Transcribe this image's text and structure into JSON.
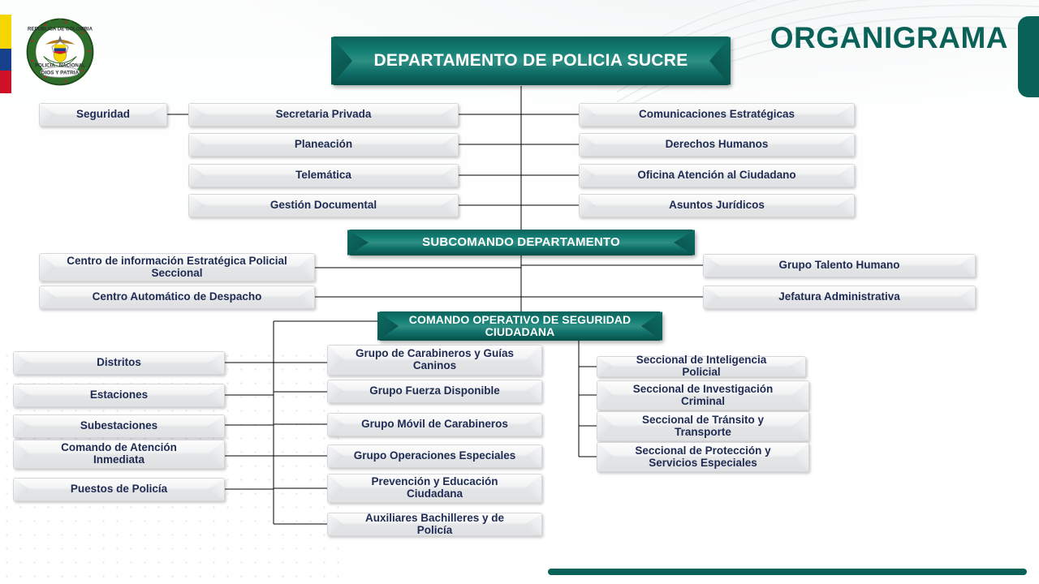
{
  "header": {
    "emblem_alt": "Escudo Policía Nacional de Colombia",
    "emblem_text_top": "REPUBLICA DE COLOMBIA",
    "emblem_text_bottom": "POLICIA  NACIONAL",
    "emblem_motto": "DIOS Y PATRIA",
    "title": "ORGANIGRAMA"
  },
  "colors": {
    "teal": "#0a6158",
    "teal_light": "#2e8f84",
    "node_text": "#1f2b52",
    "flag_yellow": "#f5d600",
    "flag_blue": "#17408b",
    "flag_red": "#ce1126"
  },
  "chart": {
    "root": "DEPARTAMENTO DE POLICIA SUCRE",
    "level1_left_outer": [
      "Seguridad"
    ],
    "level1_left": [
      "Secretaria Privada",
      "Planeación",
      "Telemática",
      "Gestión Documental"
    ],
    "level1_right": [
      "Comunicaciones Estratégicas",
      "Derechos Humanos",
      "Oficina Atención al Ciudadano",
      "Asuntos Jurídicos"
    ],
    "subcomando": "SUBCOMANDO DEPARTAMENTO",
    "subcomando_left": [
      "Centro de información Estratégica Policial Seccional",
      "Centro Automático de Despacho"
    ],
    "subcomando_right": [
      "Grupo Talento Humano",
      "Jefatura Administrativa"
    ],
    "comando_operativo": "COMANDO OPERATIVO DE SEGURIDAD CIUDADANA",
    "operativo_left": [
      "Distritos",
      "Estaciones",
      "Subestaciones",
      "Comando de Atención Inmediata",
      "Puestos de Policía"
    ],
    "operativo_center": [
      "Grupo de Carabineros y Guías Caninos",
      "Grupo Fuerza Disponible",
      "Grupo Móvil de Carabineros",
      "Grupo Operaciones Especiales",
      "Prevención y Educación Ciudadana",
      "Auxiliares Bachilleres y de Policía"
    ],
    "operativo_right": [
      "Seccional de Inteligencia Policial",
      "Seccional de Investigación Criminal",
      "Seccional de Tránsito y Transporte",
      "Seccional de Protección y Servicios Especiales"
    ]
  }
}
